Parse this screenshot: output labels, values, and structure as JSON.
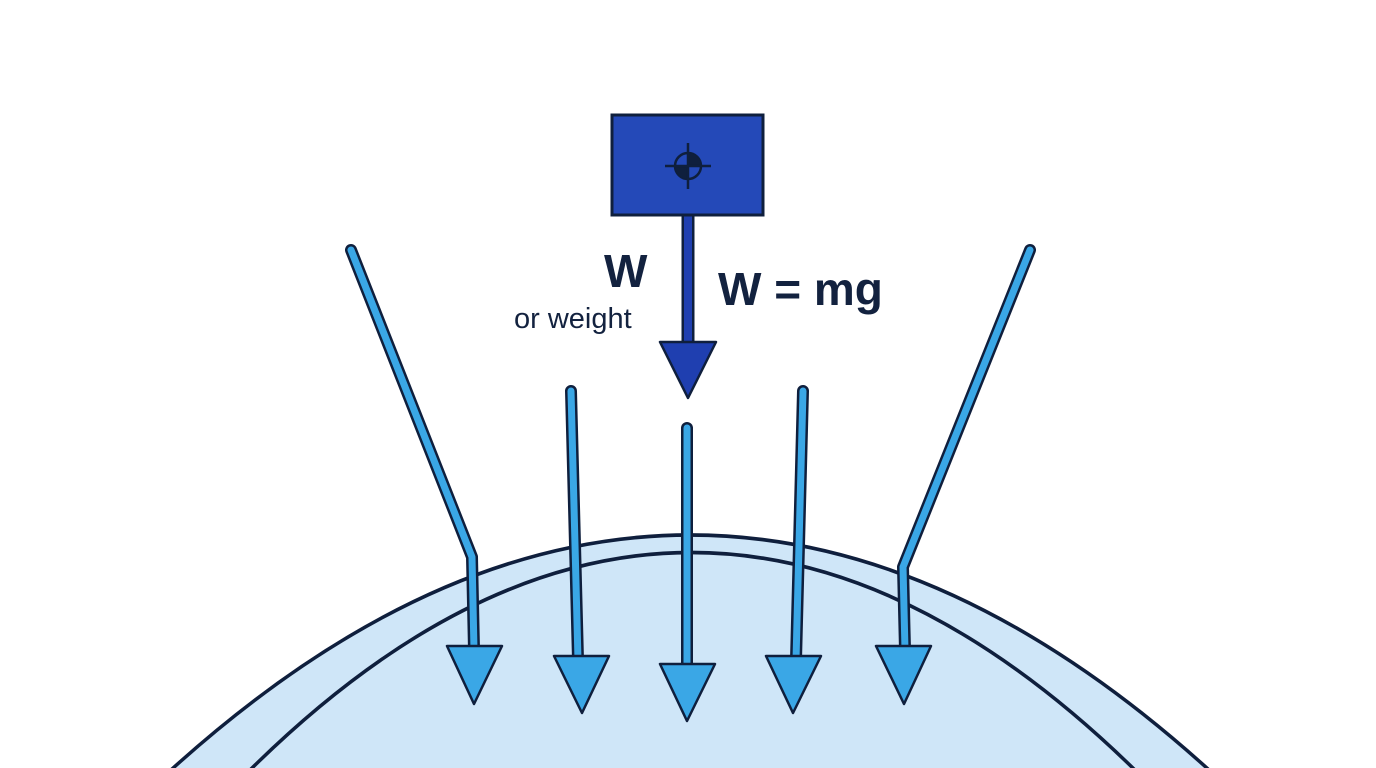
{
  "colors": {
    "background": "#ffffff",
    "outline": "#0f1f3d",
    "planet_fill": "#cfe6f8",
    "field_arrow": "#3aa7e6",
    "weight_arrow": "#1f3fb0",
    "mass_block": "#2449b8",
    "text": "#13223f"
  },
  "icons": {
    "center_of_mass": "center-of-mass-icon"
  },
  "labels": {
    "weight_symbol": "W",
    "weight_word": "or weight",
    "equation": "W = mg"
  },
  "field_arrows": {
    "count": 5
  }
}
